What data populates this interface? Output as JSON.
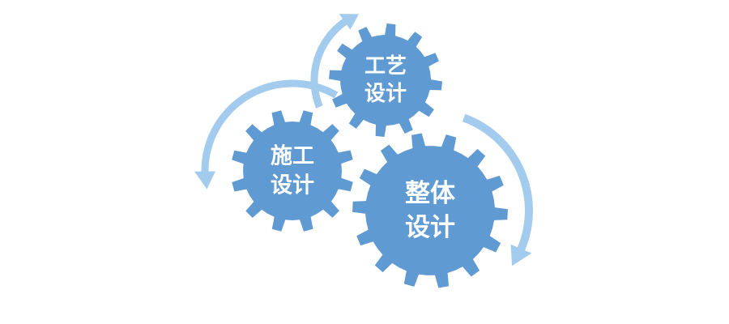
{
  "gears": [
    {
      "id": "process",
      "line1": "工艺",
      "line2": "设计"
    },
    {
      "id": "construction",
      "line1": "施工",
      "line2": "设计"
    },
    {
      "id": "overall",
      "line1": "整体",
      "line2": "设计"
    }
  ],
  "colors": {
    "gear_fill": "#5f9ad3",
    "arrow_fill": "#a3cbee",
    "text": "#ffffff",
    "background": "#ffffff"
  },
  "arrows": [
    {
      "name": "arrow-up",
      "direction": "clockwise"
    },
    {
      "name": "arrow-left-down",
      "direction": "counter-clockwise"
    },
    {
      "name": "arrow-right-down",
      "direction": "clockwise"
    }
  ]
}
